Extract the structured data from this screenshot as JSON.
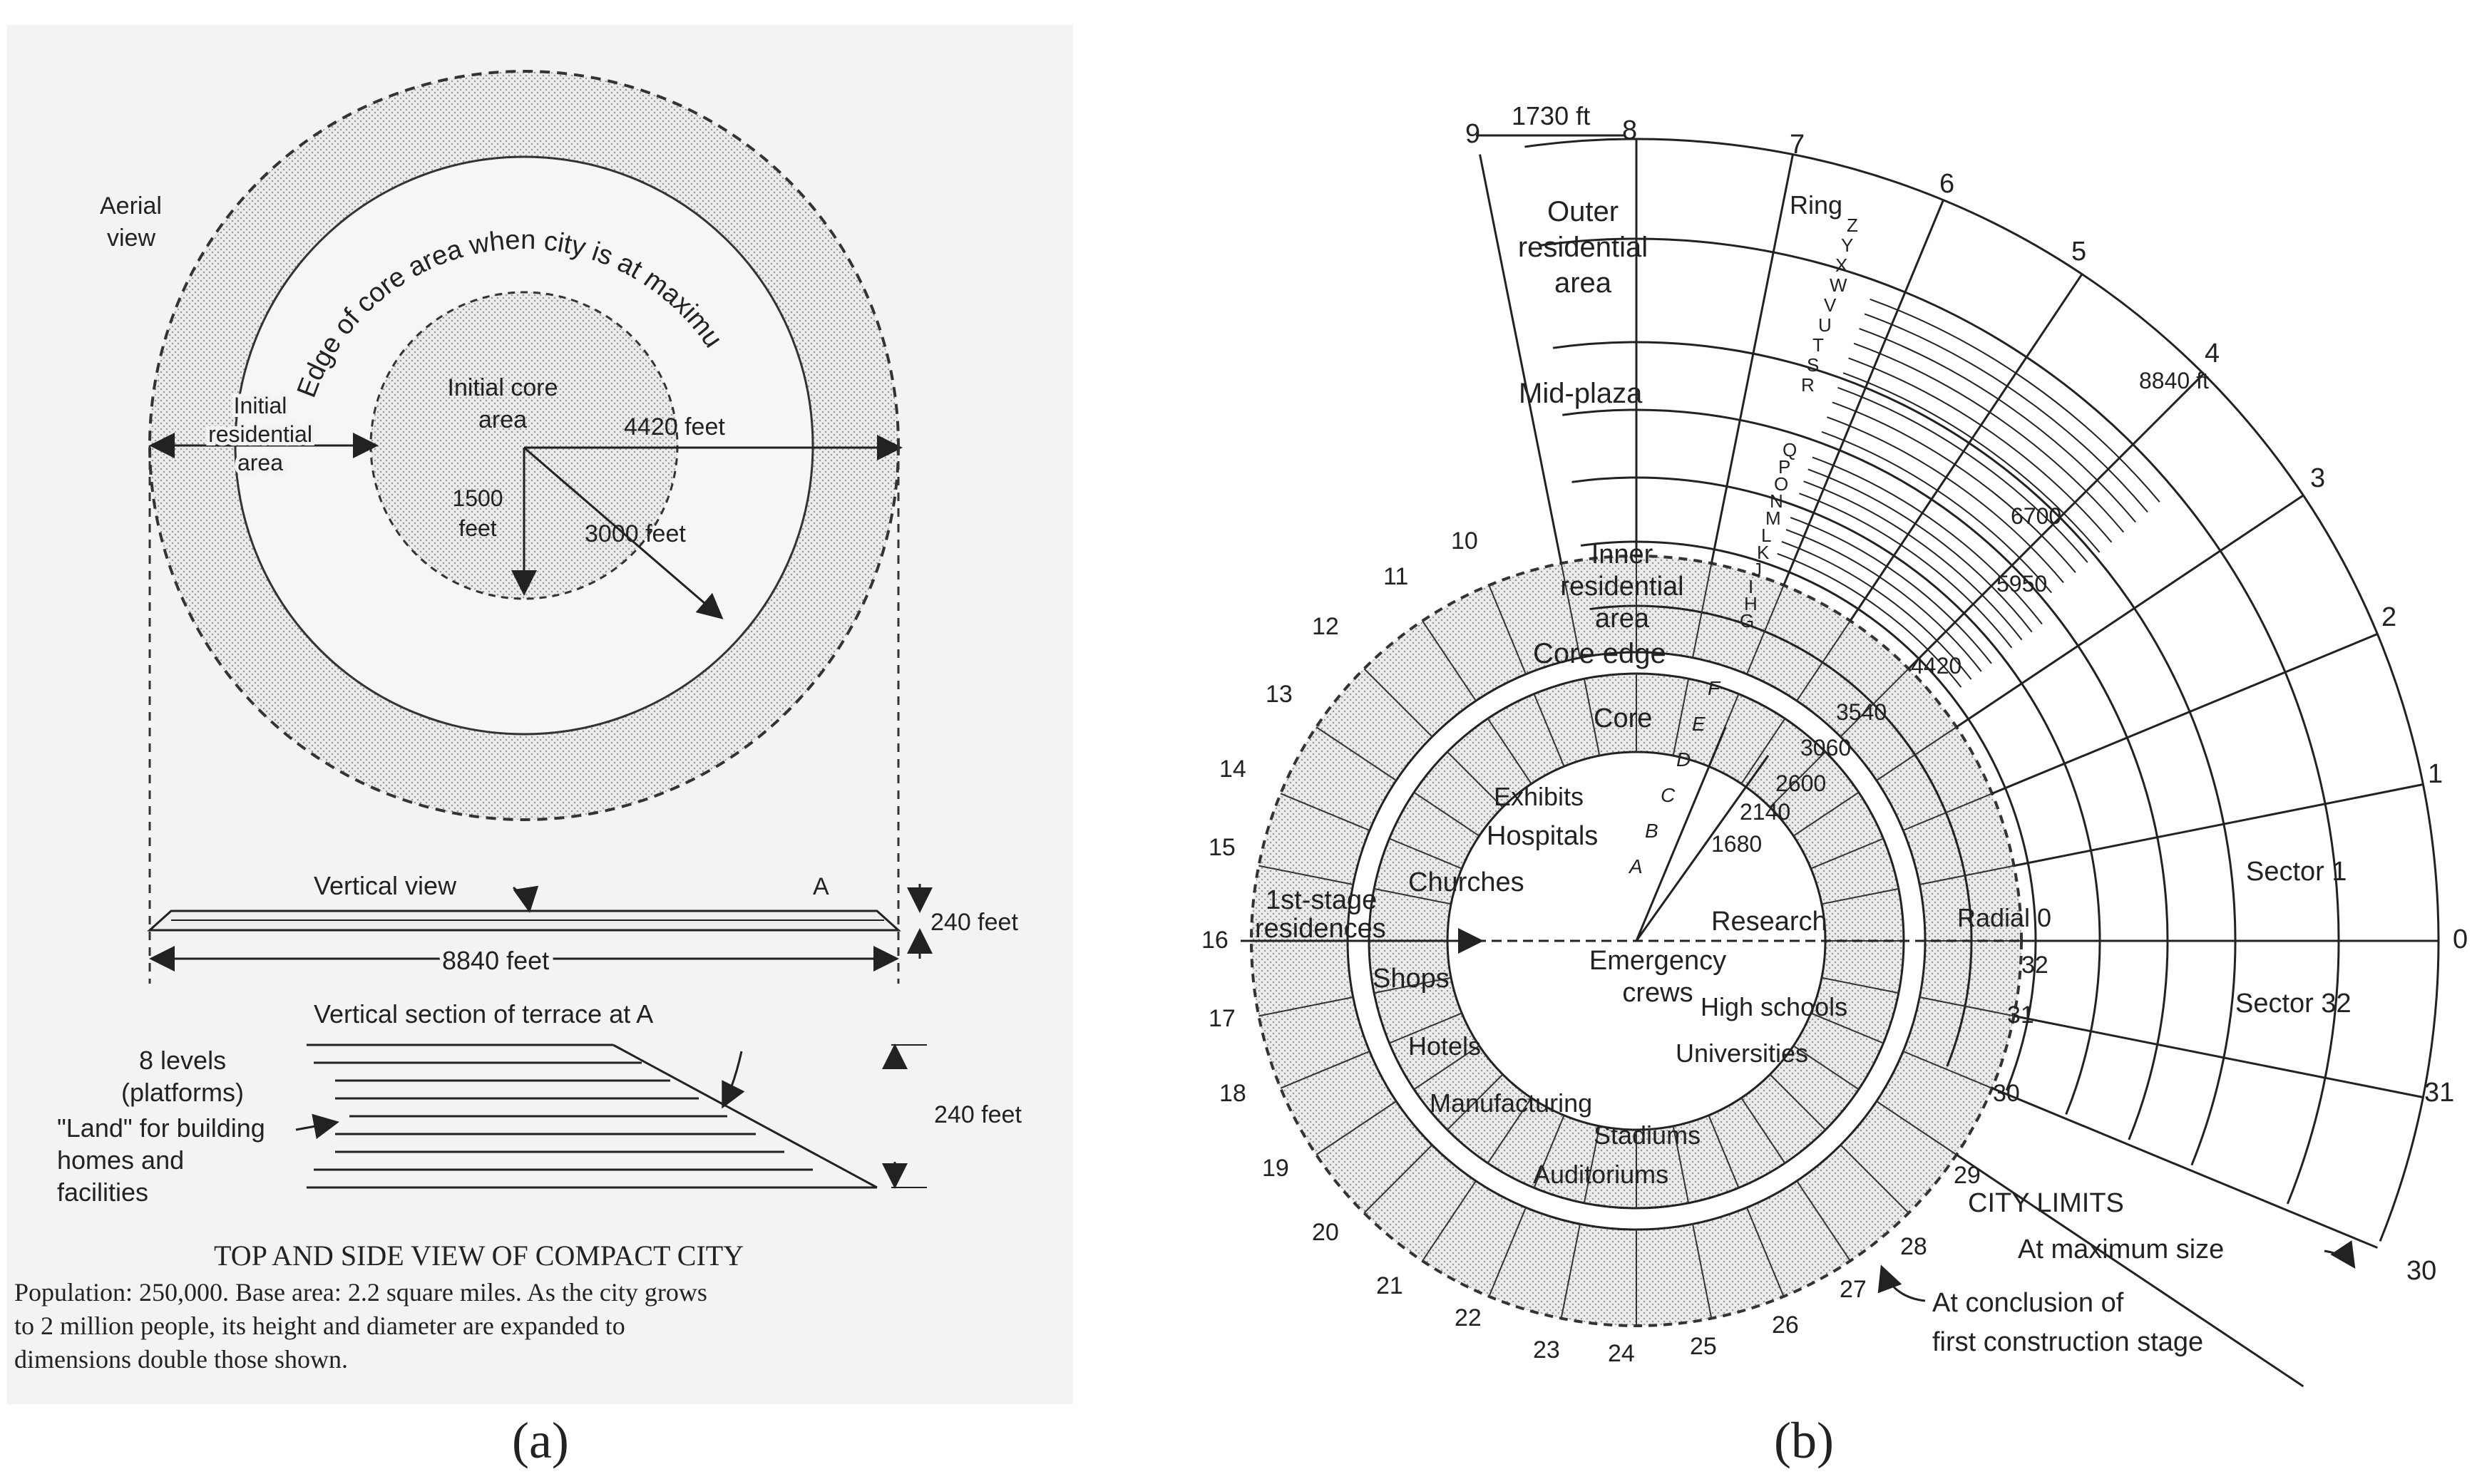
{
  "panel_a": {
    "aerial_view": "Aerial\nview",
    "edge_core_text": "Edge of core area when city is at maximum size",
    "initial_residential": "Initial\nresidential\narea",
    "initial_core": "Initial core\narea",
    "r_4420": "4420 feet",
    "r_1500": "1500\nfeet",
    "r_3000": "3000 feet",
    "vertical_view": "Vertical view",
    "point_a": "A",
    "h_240_1": "240 feet",
    "w_8840": "8840 feet",
    "section_title": "Vertical section of terrace at A",
    "levels": "8 levels\n(platforms)",
    "land": "\"Land\" for building\nhomes and\nfacilities",
    "h_240_2": "240 feet",
    "caption_title": "TOP AND SIDE VIEW OF COMPACT CITY",
    "caption_body": "Population: 250,000. Base area: 2.2 square miles. As the city grows\nto 2 million people, its height and diameter are expanded to\ndimensions double those shown.",
    "label": "(a)"
  },
  "panel_b": {
    "dim_1730": "1730 ft",
    "outer_residential": "Outer\nresidential\narea",
    "mid_plaza": "Mid-plaza",
    "ring": "Ring",
    "inner_residential": "Inner\nresidential\narea",
    "core_edge": "Core edge",
    "core": "Core",
    "exhibits": "Exhibits",
    "hospitals": "Hospitals",
    "churches": "Churches",
    "first_stage": "1st-stage\nresidences",
    "shops": "Shops",
    "hotels": "Hotels",
    "manufacturing": "Manufacturing",
    "stadiums": "Stadiums",
    "auditoriums": "Auditoriums",
    "emergency": "Emergency\ncrews",
    "research": "Research",
    "high_schools": "High schools",
    "universities": "Universities",
    "radial_0": "Radial 0",
    "sector_1": "Sector 1",
    "sector_32": "Sector 32",
    "city_limits": "CITY LIMITS",
    "at_max": "At maximum size",
    "at_conclusion": "At conclusion of\nfirst construction stage",
    "radii": [
      "8840 ft",
      "6700",
      "5950",
      "4420",
      "3540",
      "3060",
      "2600",
      "2140",
      "1680"
    ],
    "ring_letters_outer": [
      "Z",
      "Y",
      "X",
      "W",
      "V",
      "U",
      "T",
      "S",
      "R"
    ],
    "ring_letters_inner": [
      "Q",
      "P",
      "O",
      "N",
      "M",
      "L",
      "K",
      "J",
      "I",
      "H",
      "G"
    ],
    "core_letters": [
      "F",
      "E",
      "D",
      "C",
      "B",
      "A"
    ],
    "outer_numbers": [
      "0",
      "1",
      "2",
      "3",
      "4",
      "5",
      "6",
      "7",
      "8",
      "9",
      "30",
      "31"
    ],
    "inner_numbers": [
      "10",
      "11",
      "12",
      "13",
      "14",
      "15",
      "16",
      "17",
      "18",
      "19",
      "20",
      "21",
      "22",
      "23",
      "24",
      "25",
      "26",
      "27",
      "28",
      "29",
      "30",
      "31",
      "32"
    ],
    "label": "(b)"
  }
}
